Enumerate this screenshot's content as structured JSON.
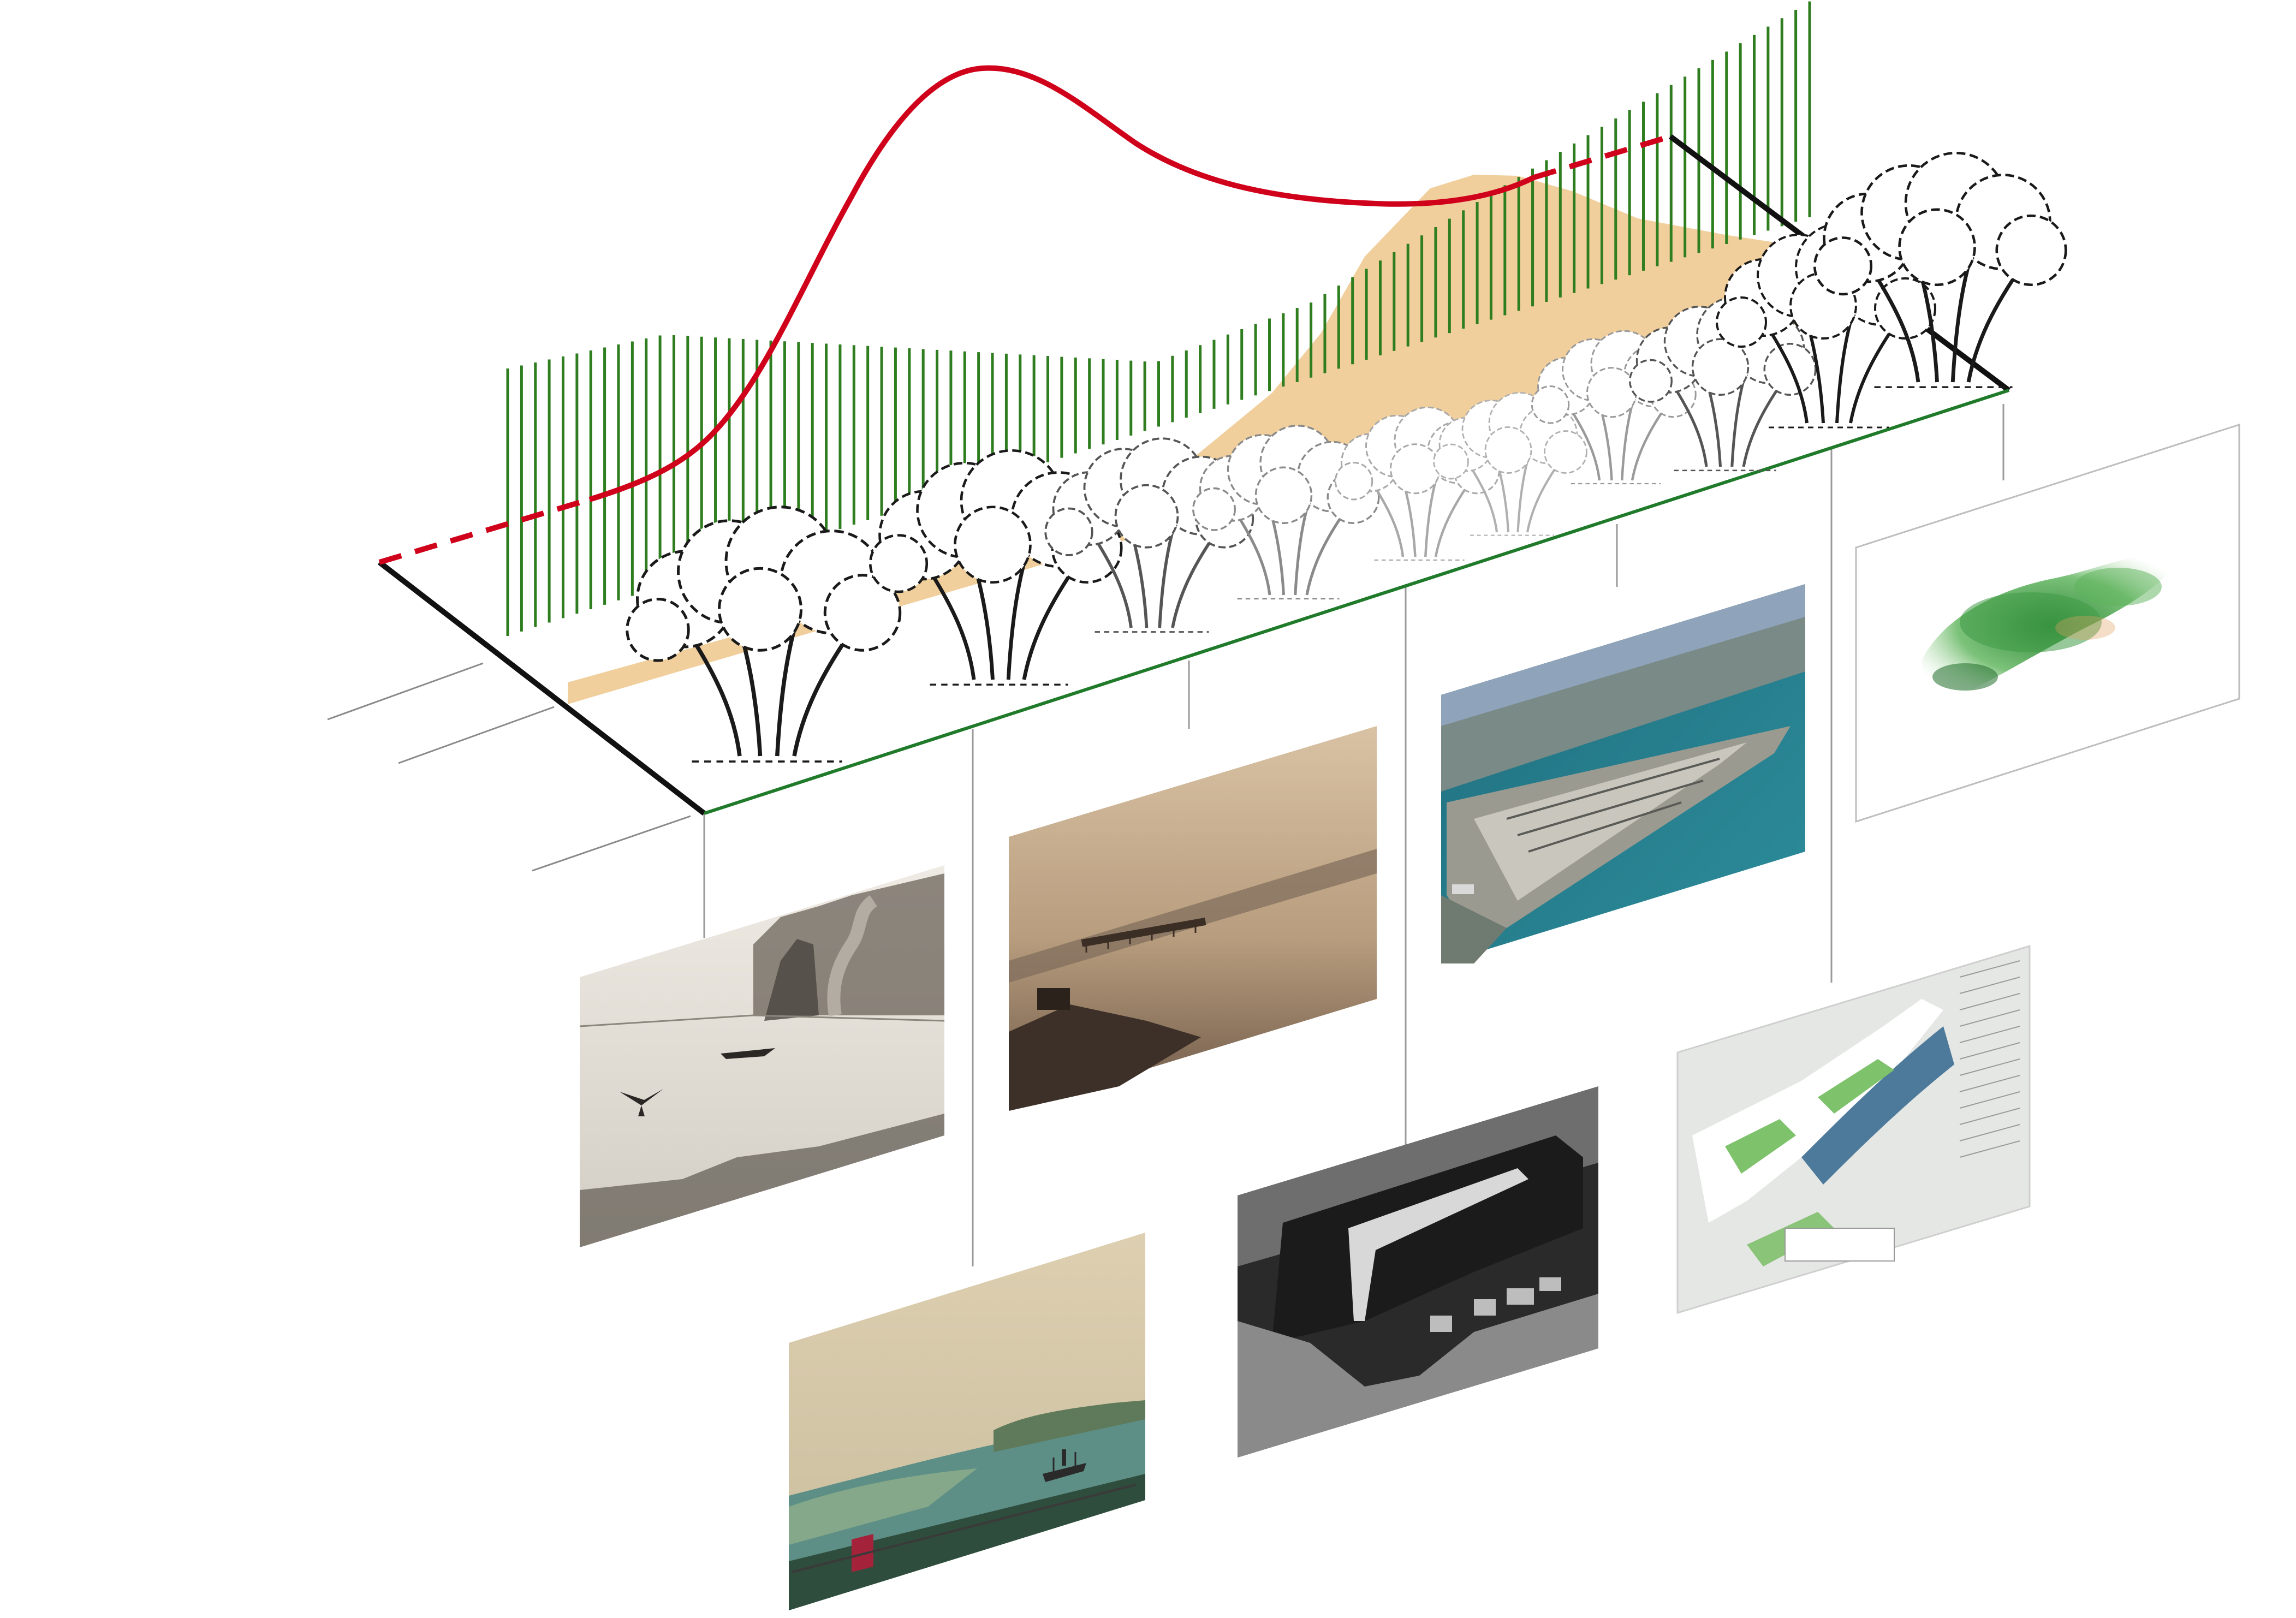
{
  "colors": {
    "background": "#ffffff",
    "red_curve": "#d0021b",
    "green_bars": "#2e7d1e",
    "green_baseline": "#1f7a2a",
    "sand_fill": "#f0cf9c",
    "black_edge": "#111111",
    "leader_lines": "#9a9a9a",
    "tree_ink": "#1a1a1a",
    "tree_faded": "#a8a8a8"
  },
  "icons": {
    "tree": "tree-sketch-icon",
    "eagle": "bird-icon",
    "ship": "steamship-icon"
  },
  "panels": [
    {
      "id": "engraving-cliff",
      "kind": "engraving"
    },
    {
      "id": "sepia-wharf",
      "kind": "sepia-photo"
    },
    {
      "id": "aerial-port",
      "kind": "color-aerial"
    },
    {
      "id": "watercolor-green",
      "kind": "watercolor"
    },
    {
      "id": "painting-harbour",
      "kind": "painting"
    },
    {
      "id": "bw-aerial",
      "kind": "bw-aerial"
    },
    {
      "id": "masterplan",
      "kind": "plan"
    }
  ]
}
